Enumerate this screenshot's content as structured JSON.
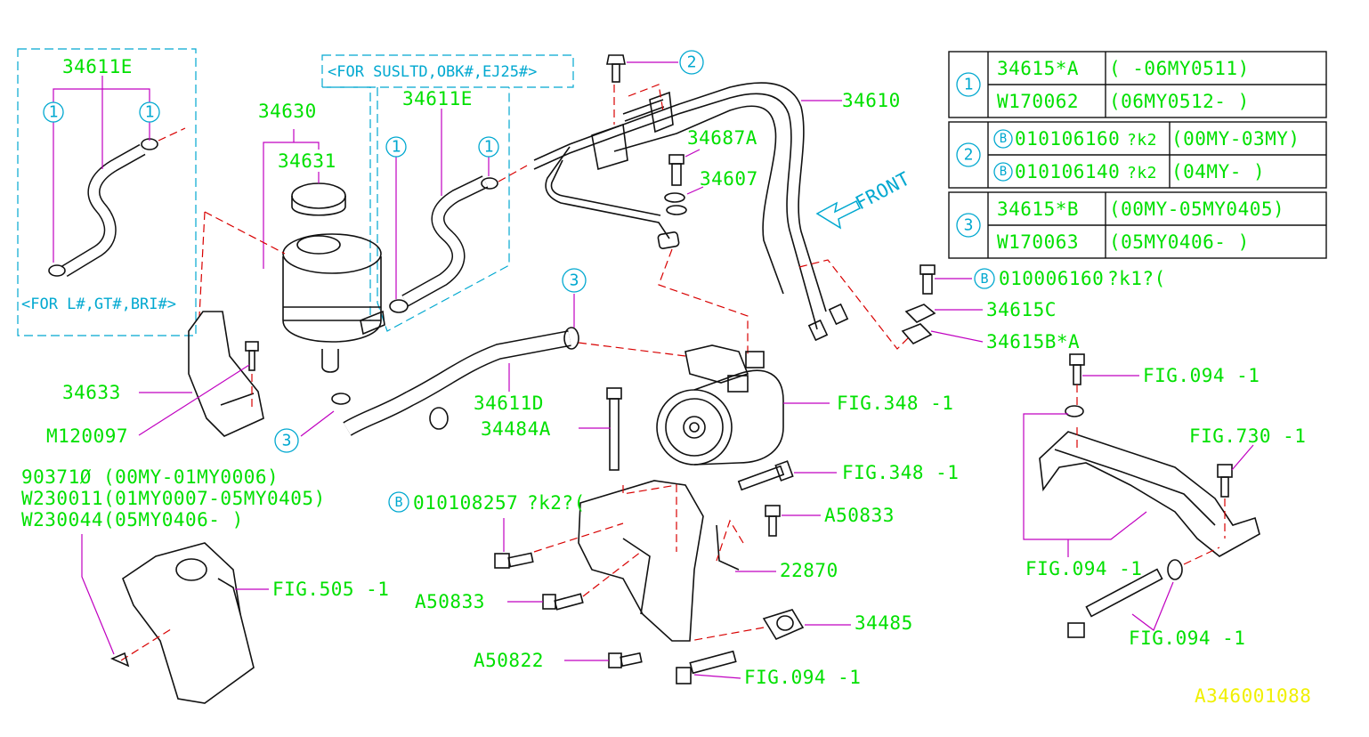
{
  "colors": {
    "part_label": "#00e000",
    "note": "#00a8d0",
    "leader": "#c000c0",
    "hidden_line": "#d80000",
    "drawing_id": "#f0f000",
    "outline": "#111111"
  },
  "frames": {
    "left_note": "<FOR L#,GT#,BRI#>",
    "top_note": "<FOR SUSLTD,OBK#,EJ25#>"
  },
  "labels": {
    "p34611E_left": "34611E",
    "p34611E_mid": "34611E",
    "p34630": "34630",
    "p34631": "34631",
    "p34610": "34610",
    "p34687A": "34687A",
    "p34607": "34607",
    "front": "FRONT",
    "p34633": "34633",
    "m120097": "M120097",
    "p34611D": "34611D",
    "p34484A": "34484A",
    "fig348_a": "FIG.348 -1",
    "fig348_b": "FIG.348 -1",
    "a50833_a": "A50833",
    "a50833_b": "A50833",
    "p22870": "22870",
    "p34485": "34485",
    "a50822": "A50822",
    "fig094_bottom": "FIG.094 -1",
    "fig505": "FIG.505 -1",
    "bolt_b_right": "010006160",
    "bolt_b_right_suffix": "?k1?(",
    "p34615C": "34615C",
    "p34615BA": "34615B*A",
    "fig094_r1": "FIG.094 -1",
    "fig730": "FIG.730 -1",
    "fig094_r2": "FIG.094 -1",
    "fig094_r3": "FIG.094 -1",
    "bolt_b_mid": "010108257",
    "bolt_b_mid_suffix": "?k2?(",
    "drawing_id": "A346001088"
  },
  "clip_list": [
    "90371Ø (00MY-01MY0006)",
    "W230011(01MY0007-05MY0405)",
    "W230044(05MY0406-        )"
  ],
  "callouts": {
    "one": "1",
    "two": "2",
    "three": "3",
    "b": "B"
  },
  "table": {
    "g1": {
      "num": "1",
      "r1_part": "34615*A",
      "r1_range": "(         -06MY0511)",
      "r2_part": "W170062",
      "r2_range": "(06MY0512-          )"
    },
    "g2": {
      "num": "2",
      "r1_part": "010106160",
      "r1_suffix": "?k2",
      "r1_range": "(00MY-03MY)",
      "r2_part": "010106140",
      "r2_suffix": "?k2",
      "r2_range": "(04MY-      )"
    },
    "g3": {
      "num": "3",
      "r1_part": "34615*B",
      "r1_range": "(00MY-05MY0405)",
      "r2_part": "W170063",
      "r2_range": "(05MY0406-      )"
    }
  }
}
